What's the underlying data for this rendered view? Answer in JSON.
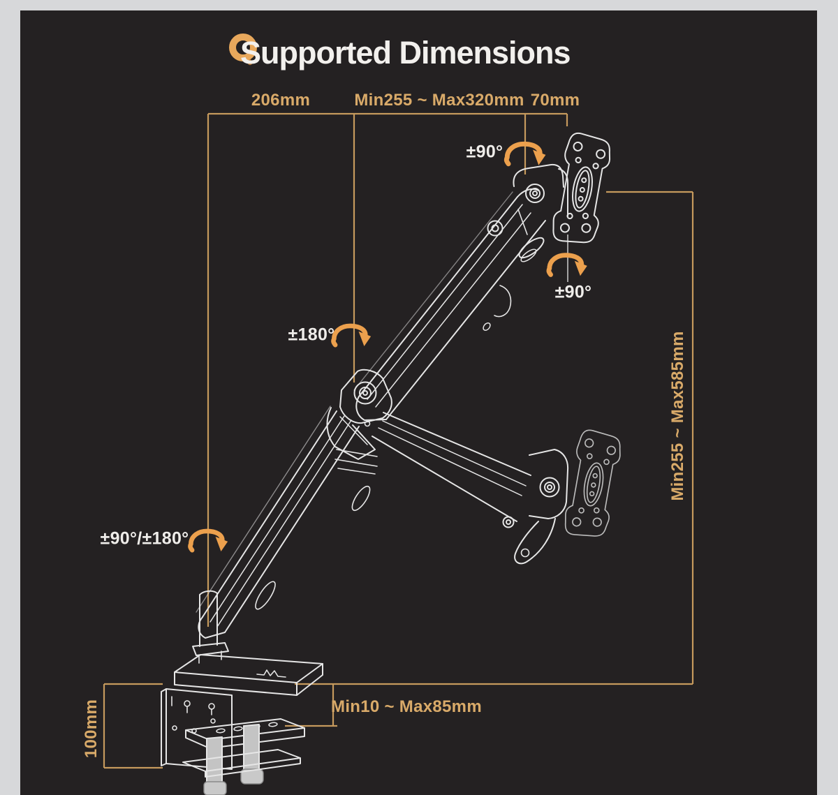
{
  "header": {
    "title": "Supported Dimensions"
  },
  "labels": {
    "arm_segment_length": "206mm",
    "arm_extension_range": "Min255 ~ Max320mm",
    "vesa_plate_width": "70mm",
    "height_adjustment_range": "Min255 ~ Max585mm",
    "clamp_thickness_range": "Min10 ~ Max85mm",
    "base_column_height": "100mm"
  },
  "rotations": {
    "monitor_swivel": "±90°",
    "monitor_tilt": "±90°",
    "mid_joint_rotation": "±180°",
    "base_rotation": "±90°/±180°"
  },
  "colors": {
    "panel_background": "#242122",
    "frame": "#d7d8da",
    "dimension_line": "#c69a5d",
    "dimension_text": "#d9aa69",
    "rotation_arrow": "#eca04d",
    "title_text": "#f2f0ed",
    "line_art": "#e6e6e6"
  }
}
